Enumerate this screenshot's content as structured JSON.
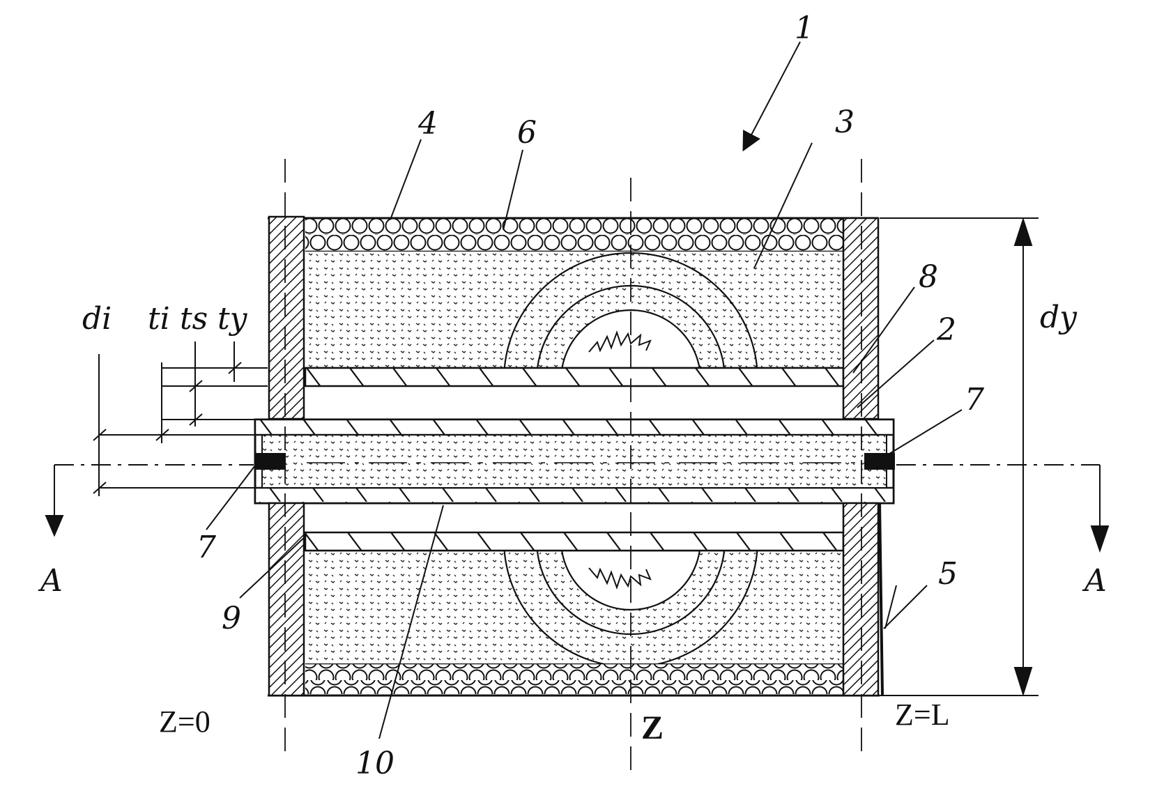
{
  "figure": {
    "ref_labels": {
      "assembly": "1",
      "inner_tube": "2",
      "outer_body": "3",
      "outer_layer_top": "4",
      "right_wall": "5",
      "layer_6": "6",
      "end_cap_right": "7",
      "end_cap_left": "7",
      "sleeve_8": "8",
      "sleeve_9": "9",
      "gap_10": "10"
    },
    "dimension_labels": {
      "di": "di",
      "ti": "ti",
      "ts": "ts",
      "ty": "ty",
      "dy": "dy"
    },
    "section_labels": {
      "left": "A",
      "right": "A"
    },
    "axis_labels": {
      "z_start": "Z=0",
      "z_mid": "Z",
      "z_end": "Z=L"
    }
  }
}
